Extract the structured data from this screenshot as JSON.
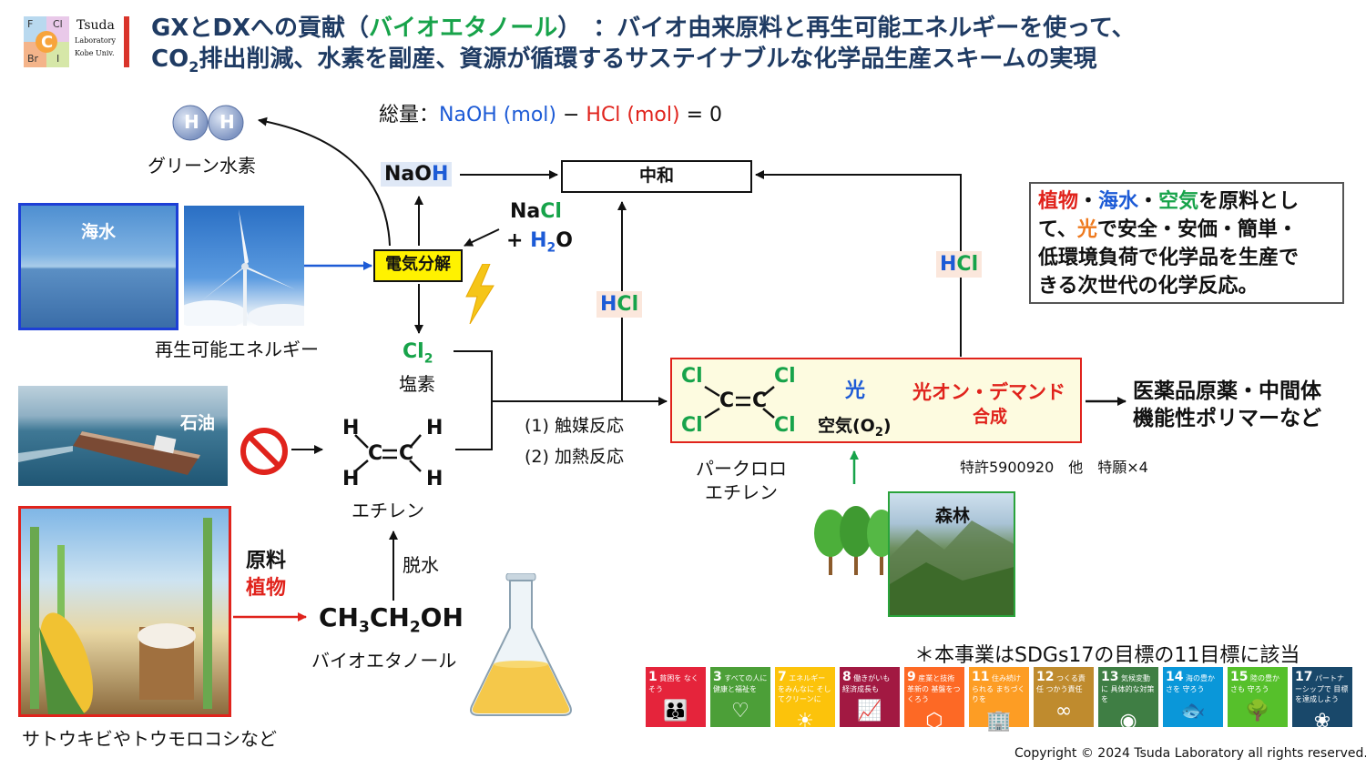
{
  "logo": {
    "letters": [
      "F",
      "Cl",
      "C",
      "Br",
      "I"
    ],
    "name": "Tsuda",
    "line2": "Laboratory",
    "line3": "Kobe Univ."
  },
  "title": {
    "line1_pre": "GXとDXへの貢献（",
    "line1_green": "バイオエタノール",
    "line1_post": "）　：バイオ由来原料と再生可能エネルギーを使って、",
    "line2_co": "CO",
    "line2_sub": "2",
    "line2_post": "排出削減、水素を副産、資源が循環するサステイナブルな化学品生産スキームの実現"
  },
  "total": {
    "prefix": "総量：",
    "naoh": "NaOH (mol)",
    "minus": " − ",
    "hcl": "HCl (mol)",
    "eq": " = 0"
  },
  "hydrogen": {
    "atom": "H",
    "label": "グリーン水素"
  },
  "naoh": {
    "na": "NaO",
    "h": "H"
  },
  "neutralize": "中和",
  "nacl": {
    "na": "Na",
    "cl": "Cl",
    "plus": "+ ",
    "h": "H",
    "sub": "2",
    "o": "O"
  },
  "electrolysis": "電気分解",
  "seawater": "海水",
  "renewable": "再生可能エネルギー",
  "chlorine": {
    "cl": "Cl",
    "sub": "2",
    "label": "塩素"
  },
  "hcl": {
    "h": "H",
    "cl": "Cl"
  },
  "petroleum": "石油",
  "ethylene": {
    "label": "エチレン",
    "H": "H",
    "C": "C"
  },
  "reactions": {
    "r1": "(1) 触媒反応",
    "r2": "(2) 加熱反応"
  },
  "pce": {
    "cl": "Cl",
    "c": "C",
    "label1": "パークロロ",
    "label2": "エチレン"
  },
  "light": "光",
  "air": {
    "pre": "空気(O",
    "sub": "2",
    "post": ")"
  },
  "ondemand": {
    "l1": "光オン・デマンド",
    "l2": "合成"
  },
  "products": {
    "l1": "医薬品原薬・中間体",
    "l2": "機能性ポリマーなど"
  },
  "patent": "特許5900920　他　特願×4",
  "forest": "森林",
  "raw": {
    "l1": "原料",
    "l2": "植物"
  },
  "ethanol": {
    "formula_a": "CH",
    "s3": "3",
    "formula_b": "CH",
    "s2": "2",
    "formula_c": "OH",
    "label": "バイオエタノール"
  },
  "dehydration": "脱水",
  "crops": "サトウキビやトウモロコシなど",
  "infobox": {
    "w1": "植物",
    "sep1": "・",
    "w2": "海水",
    "sep2": "・",
    "w3": "空気",
    "t1": "を原料とし",
    "t2": "て、",
    "w4": "光",
    "t3": "で安全・安価・簡単・",
    "t4": "低環境負荷で化学品を生産で",
    "t5": "きる次世代の化学反応。"
  },
  "sdgs_note": "＊本事業はSDGs17の目標の11目標に該当",
  "sdgs": [
    {
      "num": "1",
      "text": "貧困を なくそう",
      "color": "#e5243b",
      "icon": "👪"
    },
    {
      "num": "3",
      "text": "すべての人に 健康と福祉を",
      "color": "#4c9f38",
      "icon": "♡"
    },
    {
      "num": "7",
      "text": "エネルギーをみんなに そしてクリーンに",
      "color": "#fcc30b",
      "icon": "☀"
    },
    {
      "num": "8",
      "text": "働きがいも 経済成長も",
      "color": "#a21942",
      "icon": "📈"
    },
    {
      "num": "9",
      "text": "産業と技術革新の 基盤をつくろう",
      "color": "#fd6925",
      "icon": "⬡"
    },
    {
      "num": "11",
      "text": "住み続けられる まちづくりを",
      "color": "#fd9d24",
      "icon": "🏢"
    },
    {
      "num": "12",
      "text": "つくる責任 つかう責任",
      "color": "#bf8b2e",
      "icon": "∞"
    },
    {
      "num": "13",
      "text": "気候変動に 具体的な対策を",
      "color": "#3f7e44",
      "icon": "◉"
    },
    {
      "num": "14",
      "text": "海の豊かさを 守ろう",
      "color": "#0a97d9",
      "icon": "🐟"
    },
    {
      "num": "15",
      "text": "陸の豊かさも 守ろう",
      "color": "#56c02b",
      "icon": "🌳"
    },
    {
      "num": "17",
      "text": "パートナーシップで 目標を達成しよう",
      "color": "#19486a",
      "icon": "❀"
    }
  ],
  "copyright": "Copyright © 2024 Tsuda Laboratory all rights reserved."
}
